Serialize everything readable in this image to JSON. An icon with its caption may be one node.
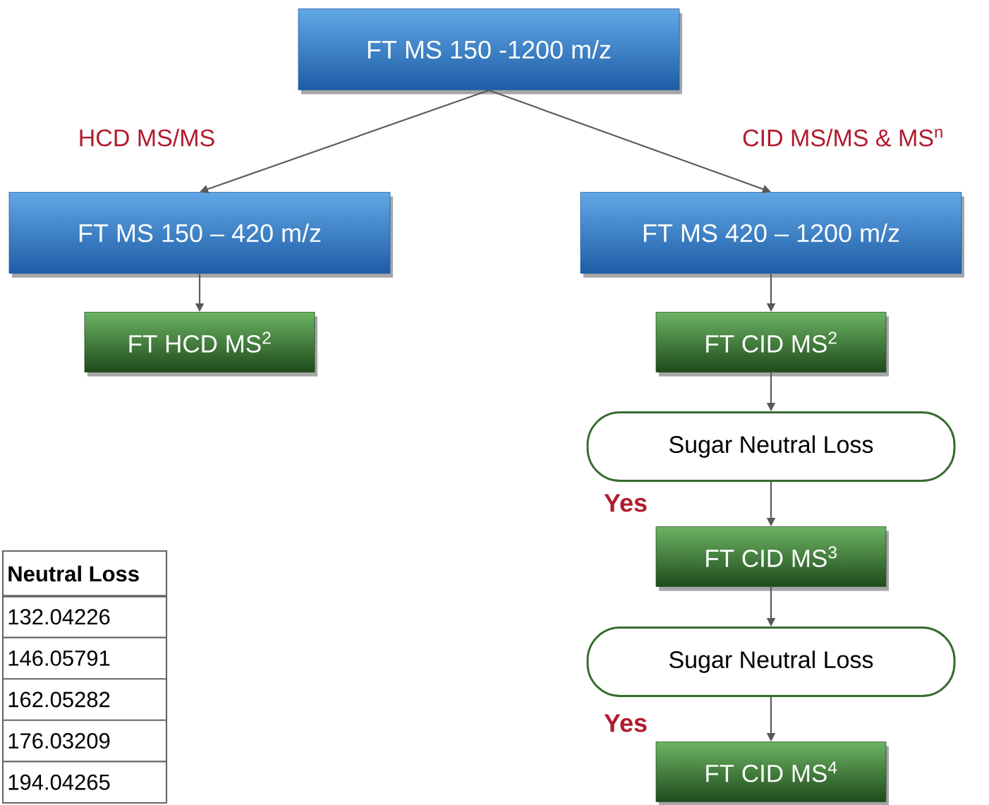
{
  "diagram": {
    "nodes": [
      {
        "text": [
          "FT MS 150 -1200 m/z"
        ]
      },
      {
        "text": [
          "FT MS 150 – 420 m/z"
        ]
      },
      {
        "text": [
          "FT MS 420 – 1200 m/z"
        ]
      },
      {
        "text": [
          "FT HCD MS$^{2}$"
        ]
      },
      {
        "text": [
          "FT CID MS$^{2}$"
        ]
      },
      {
        "text": [
          "Sugar Neutral Loss"
        ]
      },
      {
        "text": [
          "FT CID MS$^{3}$"
        ]
      },
      {
        "text": [
          "Sugar Neutral Loss"
        ]
      },
      {
        "text": [
          "FT CID MS$^{4}$"
        ]
      }
    ],
    "edges": [
      {
        "from": 0,
        "to": 1,
        "arrow": "to",
        "label": "HCD MS/MS"
      },
      {
        "from": 0,
        "to": 2,
        "arrow": "to",
        "label": "CID MS/MS & MS$^{n}$"
      },
      {
        "from": 1,
        "to": 3,
        "arrow": "to"
      },
      {
        "from": 2,
        "to": 4,
        "arrow": "to"
      },
      {
        "from": 4,
        "to": 5,
        "arrow": "to"
      },
      {
        "from": 5,
        "to": 6,
        "arrow": "to",
        "label": "Yes"
      },
      {
        "from": 6,
        "to": 7,
        "arrow": "to"
      },
      {
        "from": 7,
        "to": 8,
        "arrow": "to",
        "label": "Yes"
      }
    ],
    "labels": [
      "Neutral Loss",
      "132.04226",
      "146.05791",
      "162.05282",
      "176.03209",
      "194.04265"
    ]
  }
}
